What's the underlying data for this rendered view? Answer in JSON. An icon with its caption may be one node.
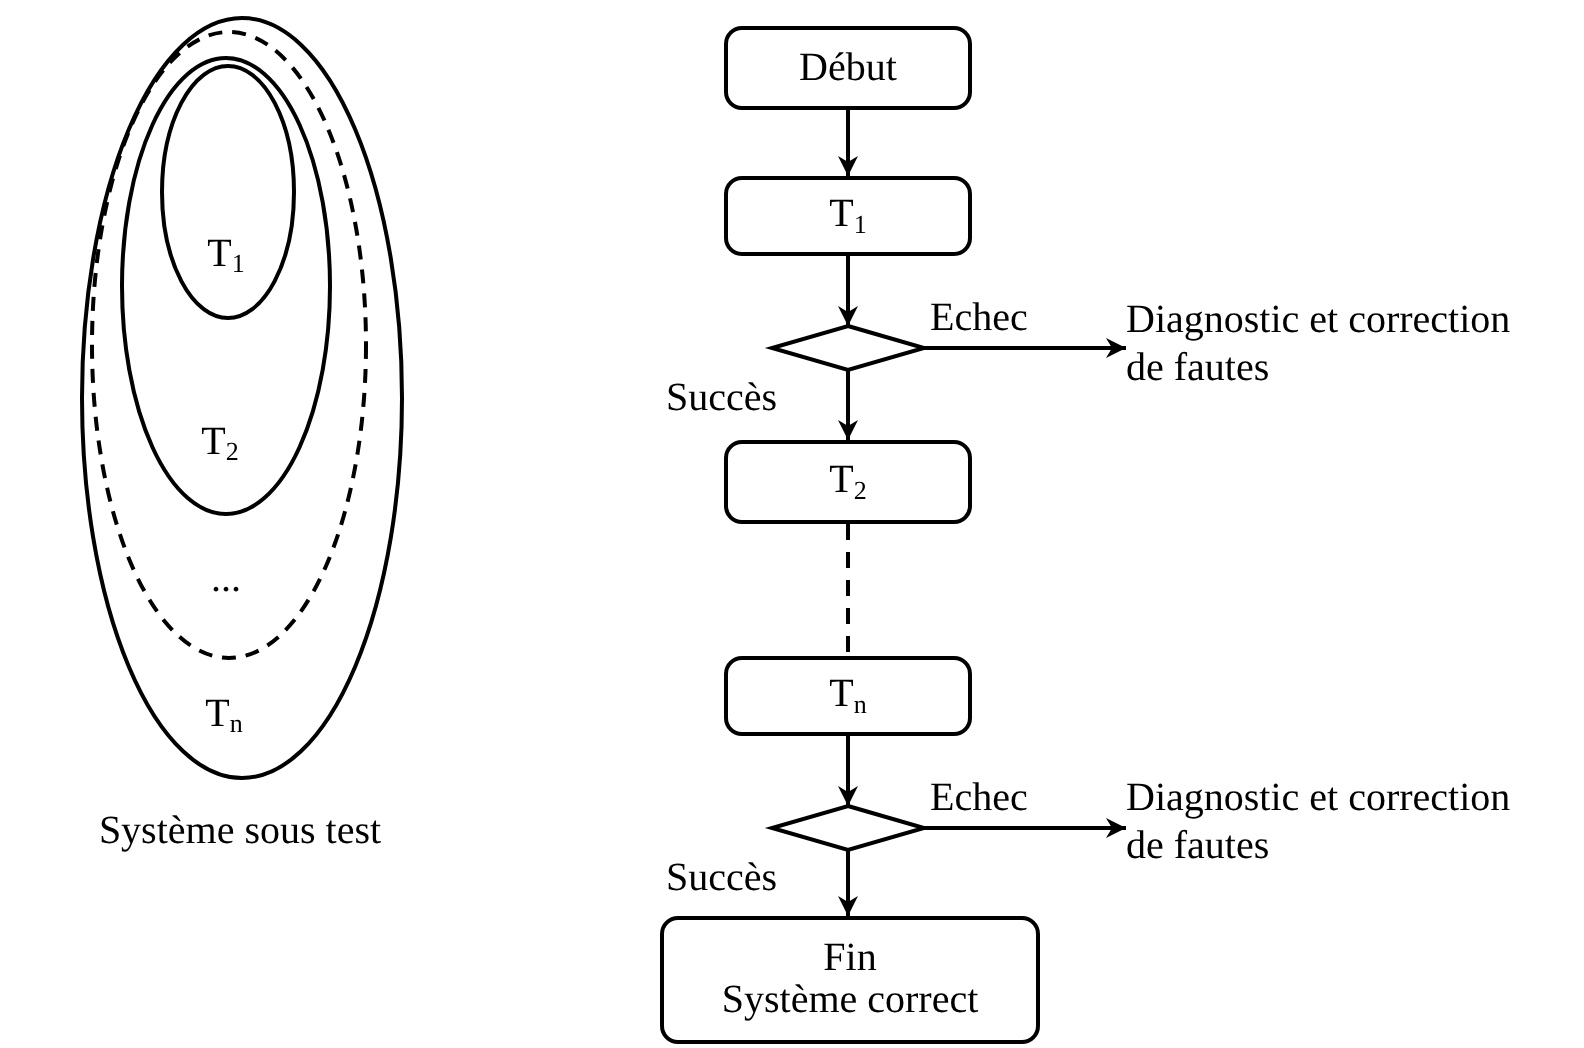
{
  "diagram": {
    "nodes": [
      {
        "text": [
          "T$_{n}$"
        ],
        "beside": [
          "Système sous test"
        ]
      },
      {
        "text": [
          "..."
        ],
        "in": 0
      },
      {
        "text": [
          "T$_{2}$"
        ],
        "in": 1
      },
      {
        "text": [
          "T$_{1}$"
        ],
        "in": 2
      },
      {
        "text": [
          "Début"
        ]
      },
      {
        "text": [
          "T$_{1}$"
        ]
      },
      {
        "text": [],
        "shape": "diamond"
      },
      {
        "text": [
          "Diagnostic et correction de fautes"
        ]
      },
      {
        "text": [
          "T$_{2}$"
        ]
      },
      {
        "text": [
          "T$_{n}$"
        ]
      },
      {
        "text": [],
        "shape": "diamond"
      },
      {
        "text": [
          "Diagnostic et correction de fautes"
        ]
      },
      {
        "text": [
          "Fin",
          "Système correct"
        ]
      }
    ],
    "edges": [
      {
        "from": 4,
        "to": 5,
        "arrow": "to"
      },
      {
        "from": 5,
        "to": 6,
        "arrow": "to"
      },
      {
        "from": 6,
        "to": 7,
        "arrow": "to",
        "label": "Echec"
      },
      {
        "from": 6,
        "to": 8,
        "arrow": "to",
        "label": "Succès"
      },
      {
        "from": 8,
        "to": 9,
        "arrow": "none",
        "style": "dashed"
      },
      {
        "from": 9,
        "to": 10,
        "arrow": "to"
      },
      {
        "from": 10,
        "to": 11,
        "arrow": "to",
        "label": "Echec"
      },
      {
        "from": 10,
        "to": 12,
        "arrow": "to",
        "label": "Succès"
      }
    ]
  }
}
